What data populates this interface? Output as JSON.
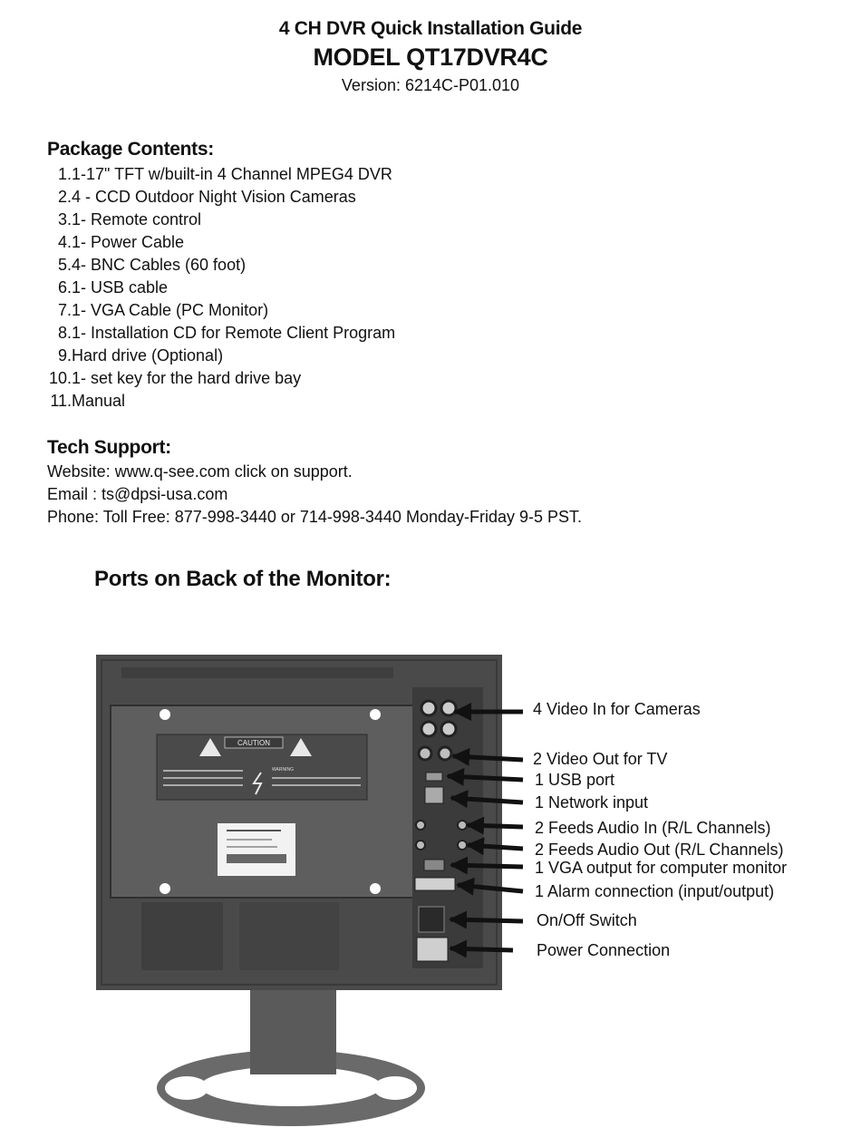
{
  "header": {
    "guide_title": "4 CH DVR Quick Installation Guide",
    "model": "MODEL QT17DVR4C",
    "version": "Version: 6214C-P01.010"
  },
  "package": {
    "title": "Package Contents:",
    "items": [
      {
        "num": "1.",
        "text": "1-17\" TFT w/built-in 4 Channel MPEG4 DVR"
      },
      {
        "num": "2.",
        "text": "4 - CCD Outdoor Night Vision Cameras"
      },
      {
        "num": "3.",
        "text": "1- Remote control"
      },
      {
        "num": "4.",
        "text": "1- Power Cable"
      },
      {
        "num": "5.",
        "text": "4- BNC Cables (60 foot)"
      },
      {
        "num": "6.",
        "text": "1- USB cable"
      },
      {
        "num": "7.",
        "text": "1- VGA Cable (PC Monitor)"
      },
      {
        "num": "8.",
        "text": "1- Installation CD for Remote Client Program"
      },
      {
        "num": "9.",
        "text": "Hard drive (Optional)"
      },
      {
        "num": "10.",
        "text": "1- set key for the hard drive bay"
      },
      {
        "num": "11.",
        "text": "Manual"
      }
    ]
  },
  "tech": {
    "title": "Tech Support:",
    "website": "Website: www.q-see.com click on support.",
    "email": "Email : ts@dpsi-usa.com",
    "phone": "Phone: Toll Free: 877-998-3440 or 714-998-3440 Monday-Friday 9-5 PST."
  },
  "ports": {
    "title": "Ports on Back of the Monitor:",
    "labels": [
      "4 Video In for Cameras",
      "2 Video Out for TV",
      "1 USB port",
      "1 Network input",
      "2 Feeds Audio In (R/L Channels)",
      "2 Feeds Audio Out (R/L Channels)",
      "1 VGA output for computer monitor",
      "1 Alarm connection (input/output)",
      "On/Off Switch",
      "Power Connection"
    ]
  },
  "panel": {
    "caution": "CAUTION",
    "warning": "WARNING"
  },
  "colors": {
    "monitor_body": "#4a4a4a",
    "panel_plate": "#5e5e5e",
    "stand": "#6a6a6a",
    "arrow": "#111111"
  }
}
